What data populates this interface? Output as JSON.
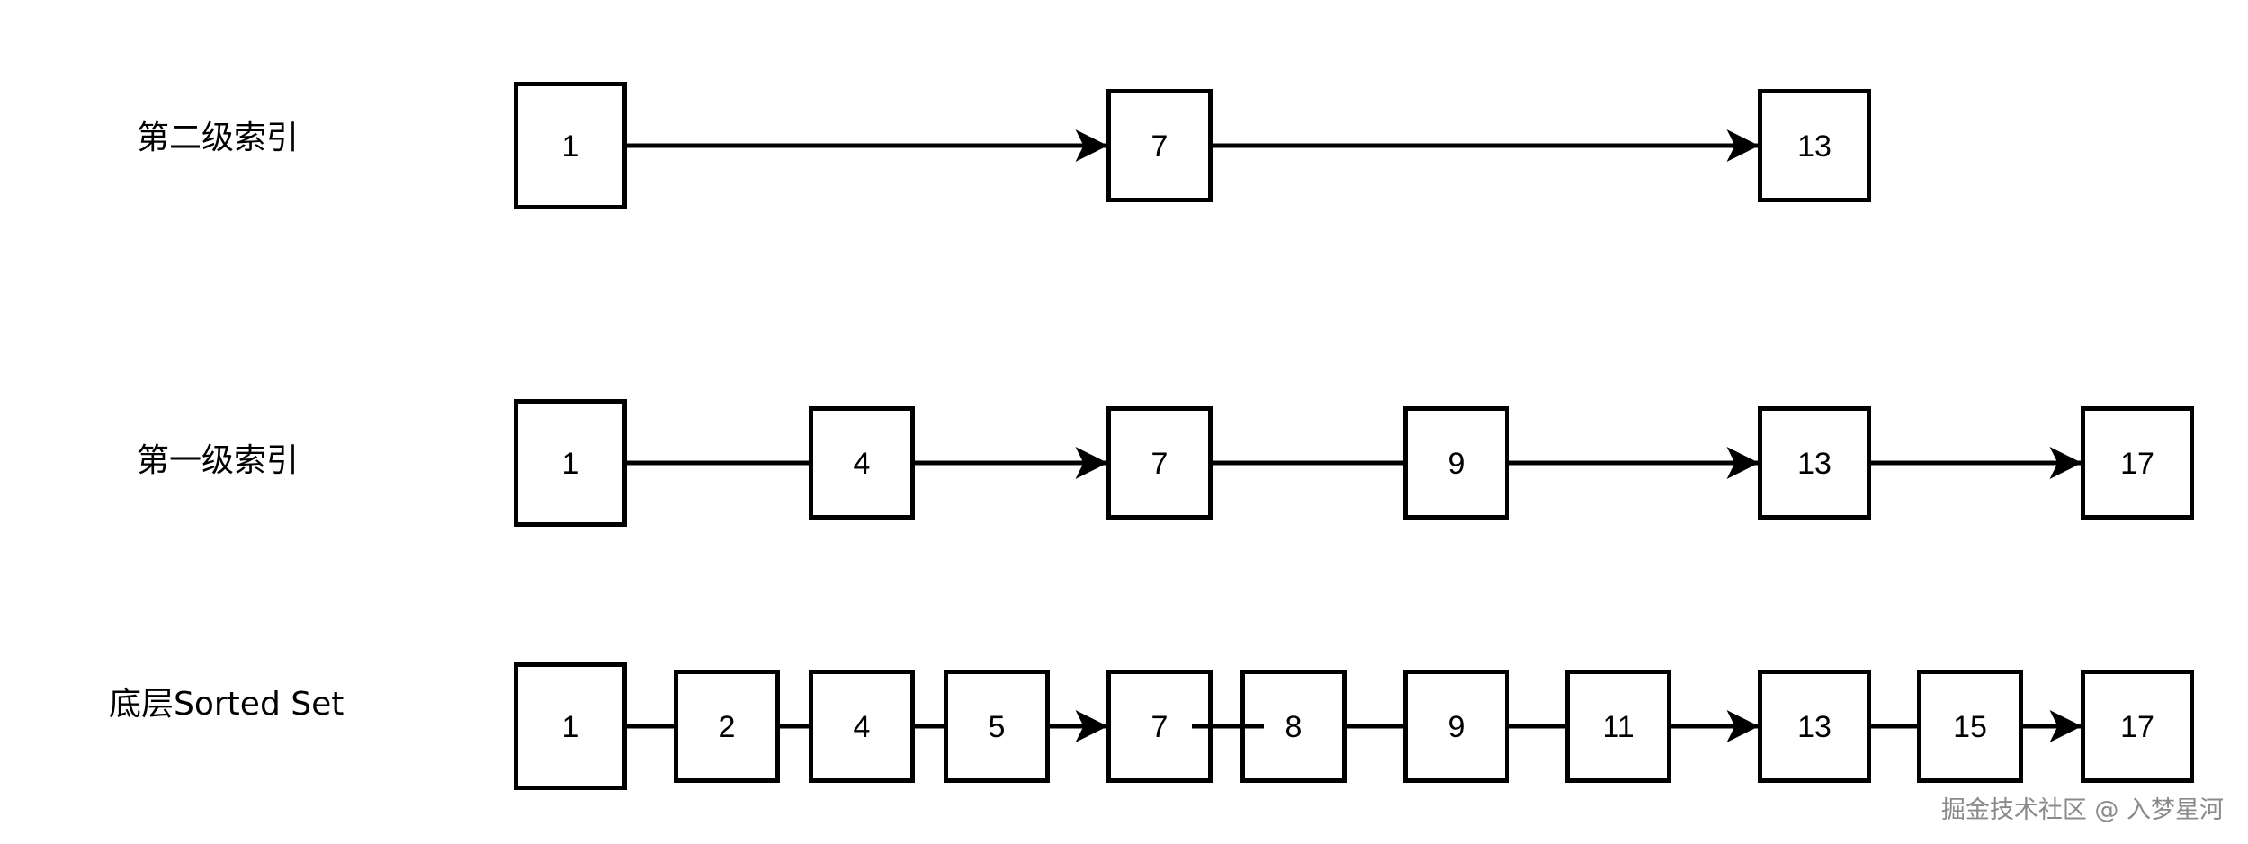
{
  "levels": [
    {
      "label": "第二级索引",
      "nodes": [
        "1",
        "7",
        "13"
      ],
      "edges": [
        {
          "from": 0,
          "to": 1,
          "arrow": true
        },
        {
          "from": 1,
          "to": 2,
          "arrow": true
        }
      ]
    },
    {
      "label": "第一级索引",
      "nodes": [
        "1",
        "4",
        "7",
        "9",
        "13",
        "17"
      ],
      "edges": [
        {
          "from": 0,
          "to": 1,
          "arrow": false
        },
        {
          "from": 1,
          "to": 2,
          "arrow": true
        },
        {
          "from": 2,
          "to": 3,
          "arrow": false
        },
        {
          "from": 3,
          "to": 4,
          "arrow": true
        },
        {
          "from": 4,
          "to": 5,
          "arrow": true
        }
      ]
    },
    {
      "label": "底层Sorted Set",
      "nodes": [
        "1",
        "2",
        "4",
        "5",
        "7",
        "8",
        "9",
        "11",
        "13",
        "15",
        "17"
      ],
      "edges": [
        {
          "from": 0,
          "to": 1,
          "arrow": false
        },
        {
          "from": 1,
          "to": 2,
          "arrow": false
        },
        {
          "from": 2,
          "to": 3,
          "arrow": false
        },
        {
          "from": 3,
          "to": 4,
          "arrow": true
        },
        {
          "from": 4,
          "to": 5,
          "arrow": false
        },
        {
          "from": 5,
          "to": 6,
          "arrow": false
        },
        {
          "from": 6,
          "to": 7,
          "arrow": false
        },
        {
          "from": 7,
          "to": 8,
          "arrow": true
        },
        {
          "from": 8,
          "to": 9,
          "arrow": false
        },
        {
          "from": 9,
          "to": 10,
          "arrow": true
        }
      ]
    }
  ],
  "watermark": "掘金技术社区 @ 入梦星河"
}
